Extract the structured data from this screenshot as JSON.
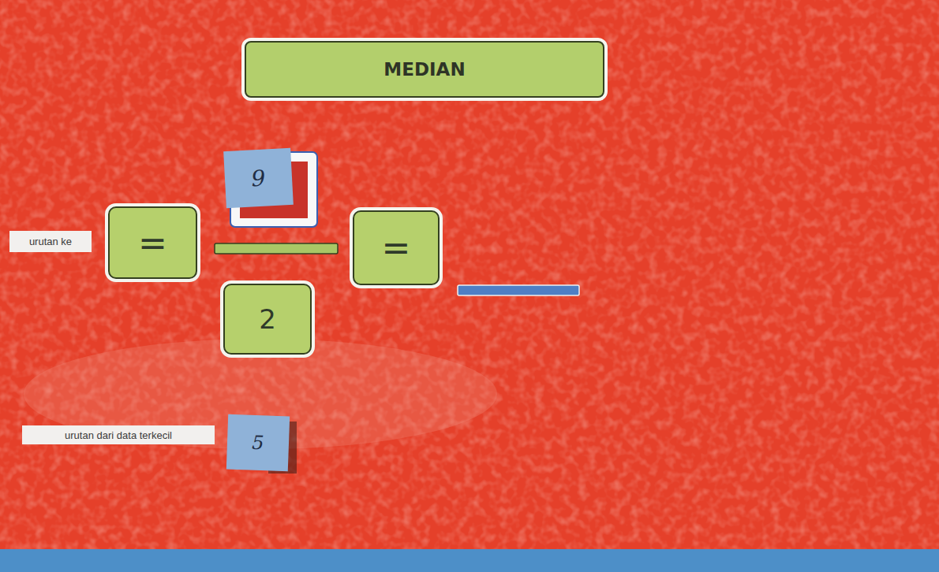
{
  "diagram": {
    "title": "MEDIAN",
    "nodes": [
      {
        "text": [
          "9"
        ]
      },
      {
        "text": [
          "urutan ke"
        ]
      },
      {
        "text": [
          "="
        ]
      },
      {
        "text": [
          "="
        ]
      },
      {
        "text": [
          "2"
        ]
      },
      {
        "text": [
          "urutan dari data terkecil"
        ]
      },
      {
        "text": [
          "5"
        ]
      }
    ]
  }
}
